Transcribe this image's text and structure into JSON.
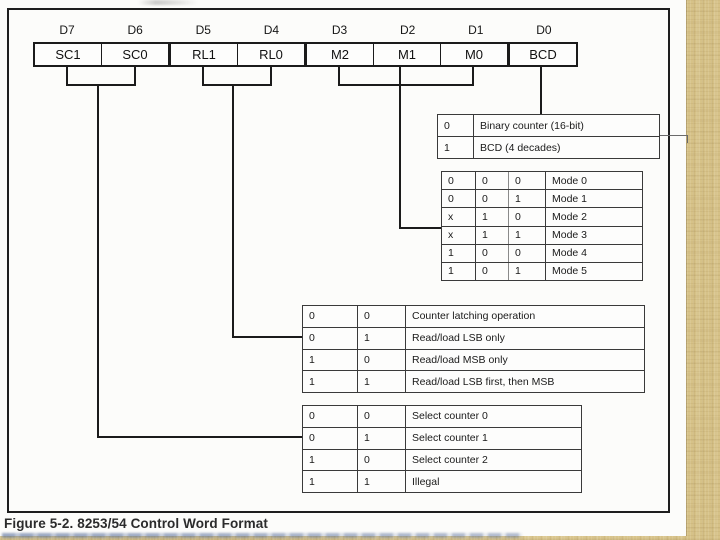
{
  "figure": {
    "caption": "Figure 5-2. 8253/54 Control Word Format",
    "bit_labels": [
      "D7",
      "D6",
      "D5",
      "D4",
      "D3",
      "D2",
      "D1",
      "D0"
    ],
    "register_cells": [
      "SC1",
      "SC0",
      "RL1",
      "RL0",
      "M2",
      "M1",
      "M0",
      "BCD"
    ],
    "tables": {
      "bcd": {
        "rows": [
          [
            "0",
            "Binary counter (16-bit)"
          ],
          [
            "1",
            "BCD (4 decades)"
          ]
        ]
      },
      "mode": {
        "rows": [
          [
            "0",
            "0",
            "0",
            "Mode 0"
          ],
          [
            "0",
            "0",
            "1",
            "Mode 1"
          ],
          [
            "x",
            "1",
            "0",
            "Mode 2"
          ],
          [
            "x",
            "1",
            "1",
            "Mode 3"
          ],
          [
            "1",
            "0",
            "0",
            "Mode 4"
          ],
          [
            "1",
            "0",
            "1",
            "Mode 5"
          ]
        ]
      },
      "read_load": {
        "rows": [
          [
            "0",
            "0",
            "Counter latching operation"
          ],
          [
            "0",
            "1",
            "Read/load LSB only"
          ],
          [
            "1",
            "0",
            "Read/load MSB only"
          ],
          [
            "1",
            "1",
            "Read/load LSB first, then MSB"
          ]
        ]
      },
      "select_counter": {
        "rows": [
          [
            "0",
            "0",
            "Select counter 0"
          ],
          [
            "0",
            "1",
            "Select counter 1"
          ],
          [
            "1",
            "0",
            "Select counter 2"
          ],
          [
            "1",
            "1",
            "Illegal"
          ]
        ]
      }
    },
    "colors": {
      "slide_background": "#d9c58c",
      "paper": "#fcfcfa",
      "ink": "#1b1b1b"
    }
  }
}
